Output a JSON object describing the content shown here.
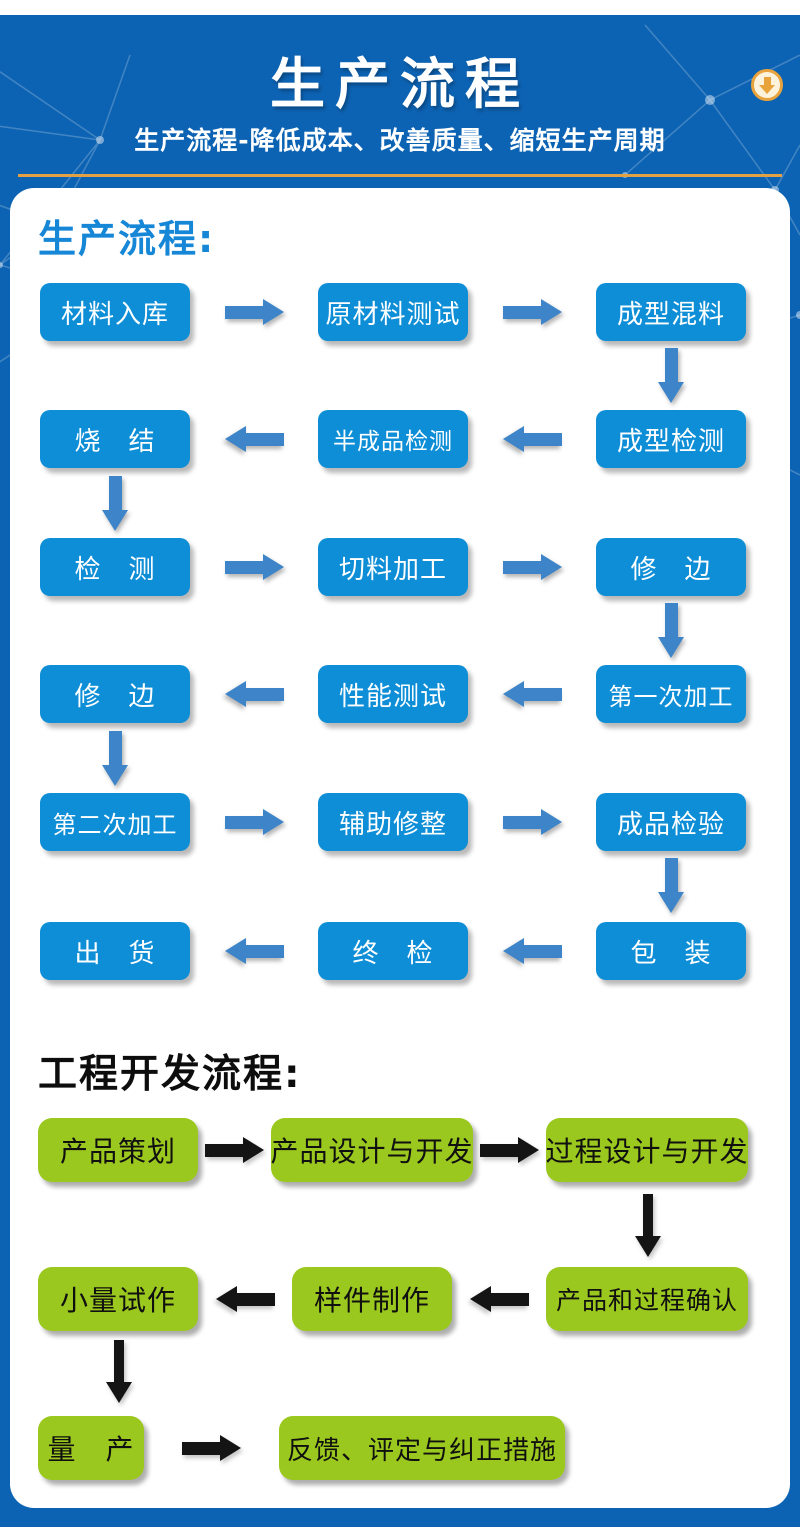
{
  "theme": {
    "header_blue": "#0d63b3",
    "box_blue": "#0e8ed6",
    "arrow_blue": "#3d85c8",
    "box_green": "#9bc81e",
    "arrow_black": "#141414",
    "accent_gold": "#e8a33d",
    "heading_blue": "#1686d6"
  },
  "header": {
    "title": "生产流程",
    "subtitle": "生产流程-降低成本、改善质量、缩短生产周期",
    "scroll_icon": "circle-down-arrow"
  },
  "production_flow": {
    "heading": "生产流程:",
    "rows": [
      [
        "材料入库",
        "原材料测试",
        "成型混料"
      ],
      [
        "烧　结",
        "半成品检测",
        "成型检测"
      ],
      [
        "检　测",
        "切料加工",
        "修　边"
      ],
      [
        "修　边",
        "性能测试",
        "第一次加工"
      ],
      [
        "第二次加工",
        "辅助修整",
        "成品检验"
      ],
      [
        "出　货",
        "终　检",
        "包　装"
      ]
    ]
  },
  "engineering_flow": {
    "heading": "工程开发流程:",
    "rows": [
      [
        "产品策划",
        "产品设计与开发",
        "过程设计与开发"
      ],
      [
        "小量试作",
        "样件制作",
        "产品和过程确认"
      ],
      [
        "量　产",
        "反馈、评定与纠正措施"
      ]
    ]
  }
}
